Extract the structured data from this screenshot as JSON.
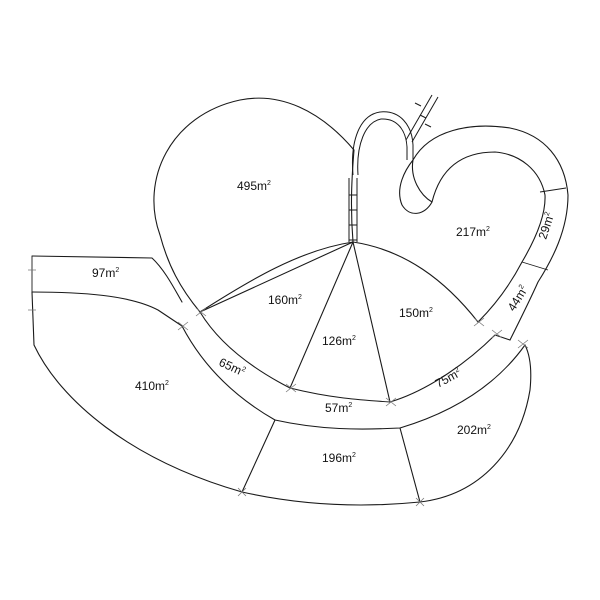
{
  "areas": [
    {
      "id": "a495",
      "value": "495",
      "unit": "m",
      "exp": "2"
    },
    {
      "id": "a217",
      "value": "217",
      "unit": "m",
      "exp": "2"
    },
    {
      "id": "a29",
      "value": "29",
      "unit": "m",
      "exp": "2"
    },
    {
      "id": "a44",
      "value": "44",
      "unit": "m",
      "exp": "2"
    },
    {
      "id": "a97",
      "value": "97",
      "unit": "m",
      "exp": "2"
    },
    {
      "id": "a160",
      "value": "160",
      "unit": "m",
      "exp": "2"
    },
    {
      "id": "a150",
      "value": "150",
      "unit": "m",
      "exp": "2"
    },
    {
      "id": "a126",
      "value": "126",
      "unit": "m",
      "exp": "2"
    },
    {
      "id": "a65",
      "value": "65",
      "unit": "m",
      "exp": "2"
    },
    {
      "id": "a75",
      "value": "75",
      "unit": "m",
      "exp": "2"
    },
    {
      "id": "a410",
      "value": "410",
      "unit": "m",
      "exp": "2"
    },
    {
      "id": "a57",
      "value": "57",
      "unit": "m",
      "exp": "2"
    },
    {
      "id": "a202",
      "value": "202",
      "unit": "m",
      "exp": "2"
    },
    {
      "id": "a196",
      "value": "196",
      "unit": "m",
      "exp": "2"
    }
  ]
}
